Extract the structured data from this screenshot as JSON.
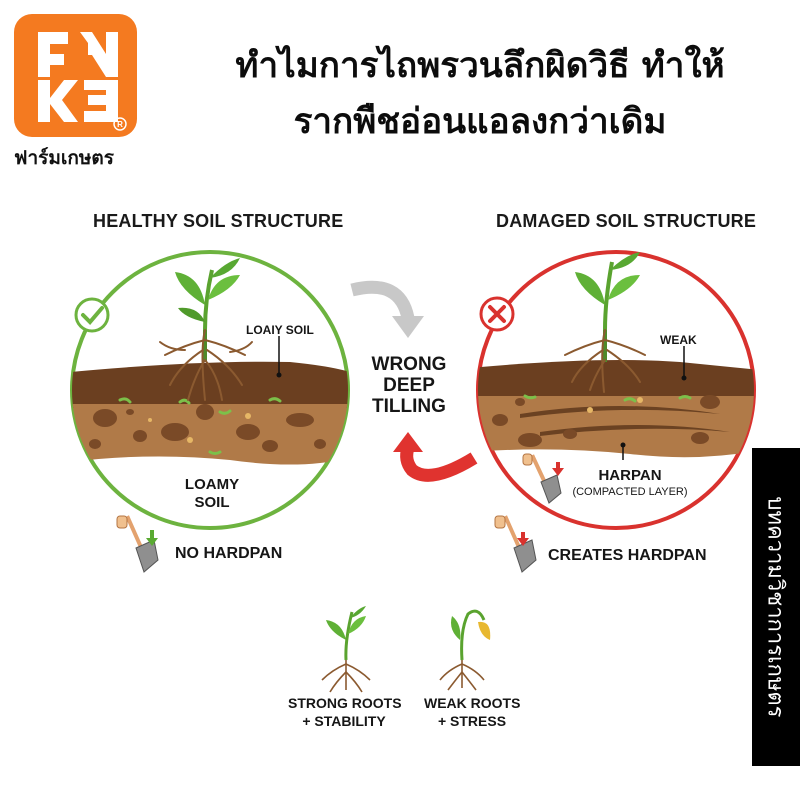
{
  "brand": {
    "logo_text": "FKKE",
    "logo_color": "#f47a20",
    "registered_mark": "®",
    "name": "ฟาร์มเกษตร"
  },
  "header": {
    "title_line1": "ทำไมการไถพรวนลึกผิดวิธี ทำให้",
    "title_line2": "รากพืชอ่อนแอลงกว่าเดิม"
  },
  "healthy": {
    "heading": "HEALTHY SOIL STRUCTURE",
    "status_icon": "check-circle-icon",
    "ring_color": "#6db33f",
    "top_layer_label": "LOAIY SOIL",
    "bottom_label_line1": "LOAMY",
    "bottom_label_line2": "SOIL",
    "tool_caption": "NO HARDPAN",
    "arrow_color": "#5aaa32"
  },
  "process": {
    "label_line1": "WRONG",
    "label_line2": "DEEP",
    "label_line3": "TILLING",
    "arrow_top_color": "#c8c8c8",
    "arrow_bottom_color": "#e0332f"
  },
  "damaged": {
    "heading": "DAMAGED SOIL STRUCTURE",
    "status_icon": "x-circle-icon",
    "ring_color": "#d9322e",
    "top_layer_label": "WEAK",
    "hardpan_label": "HARPAN",
    "hardpan_sub": "(COMPACTED LAYER)",
    "tool_caption": "CREATES HARDPAN",
    "arrow_color": "#d9322e"
  },
  "comparison": [
    {
      "line1": "STRONG ROOTS",
      "line2": "+ STABILITY",
      "icon": "healthy-plant-icon"
    },
    {
      "line1": "WEAK ROOTS",
      "line2": "+ STRESS",
      "icon": "wilted-plant-icon"
    }
  ],
  "side_tab": {
    "label": "บทความวิชาการเกษตร"
  }
}
